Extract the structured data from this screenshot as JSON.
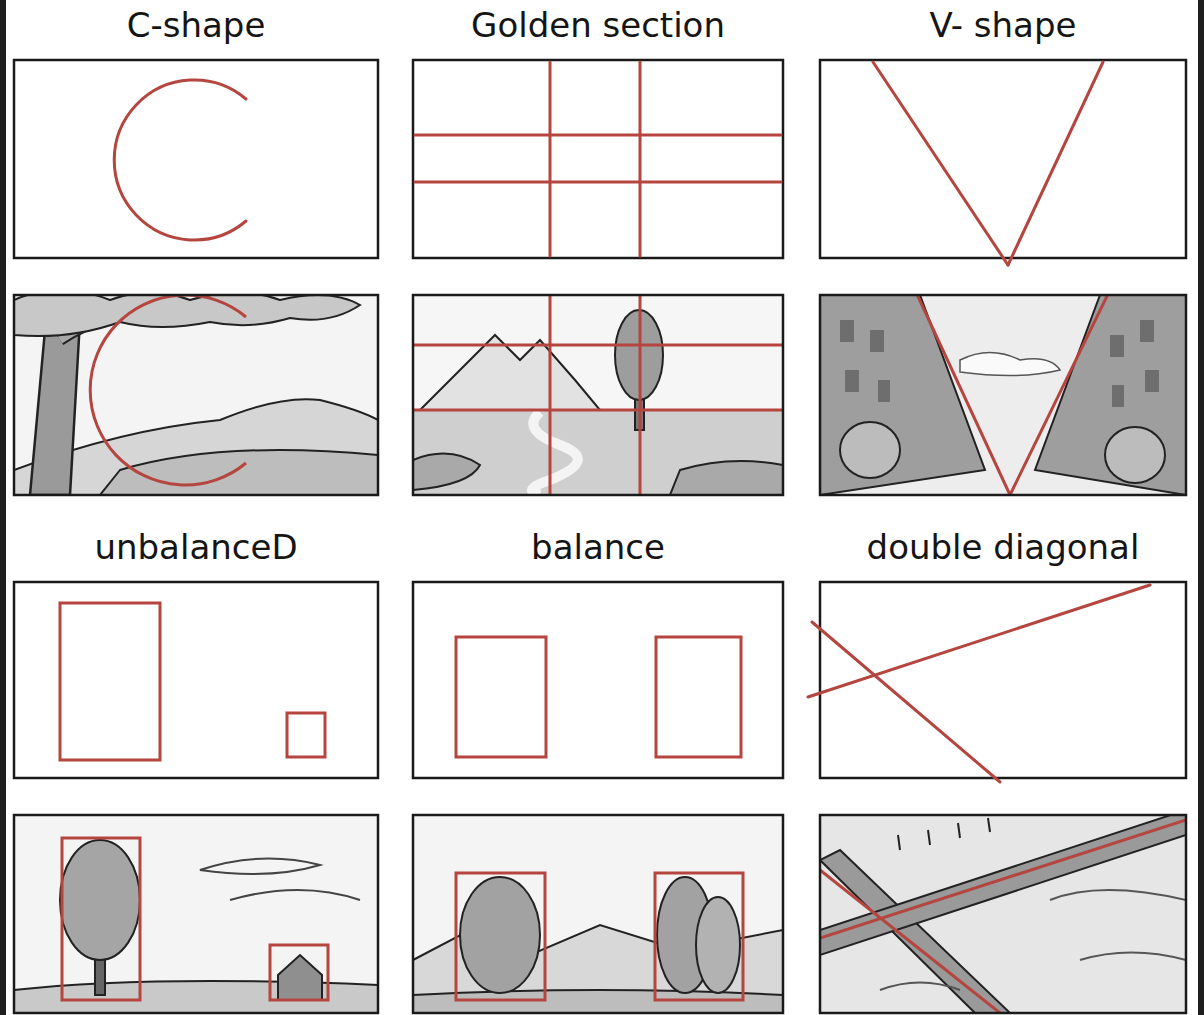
{
  "diagram": {
    "labels": [
      "C-shape",
      "Golden section",
      "V- shape",
      "unbalanceD",
      "balance",
      "double diagonal"
    ]
  }
}
